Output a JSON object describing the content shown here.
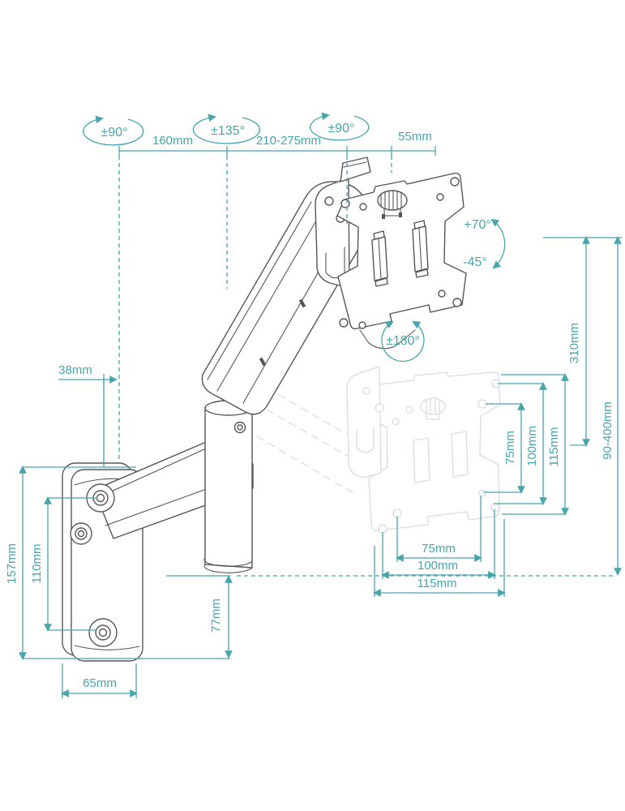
{
  "diagram": {
    "colors": {
      "accent": "#47a5ab",
      "line": "#55565a",
      "ghost": "#d9dce2"
    },
    "angles": {
      "wall_swivel": "±90°",
      "elbow_swivel": "±135°",
      "head_swivel": "±90°",
      "tilt_up": "+70°",
      "tilt_down": "-45°",
      "rotate": "±180°"
    },
    "depth": {
      "rear_arm": "160mm",
      "front_arm": "210-275mm",
      "head": "55mm"
    },
    "height": {
      "travel": "310mm",
      "range": "90-400mm"
    },
    "vesa": {
      "v75": "75mm",
      "v100": "100mm",
      "v115": "115mm",
      "h75": "75mm",
      "h100": "100mm",
      "h115": "115mm"
    },
    "wall": {
      "offset": "38mm",
      "plate_height": "157mm",
      "hole_pitch": "110mm",
      "base_drop": "77mm",
      "plate_width": "65mm"
    }
  }
}
